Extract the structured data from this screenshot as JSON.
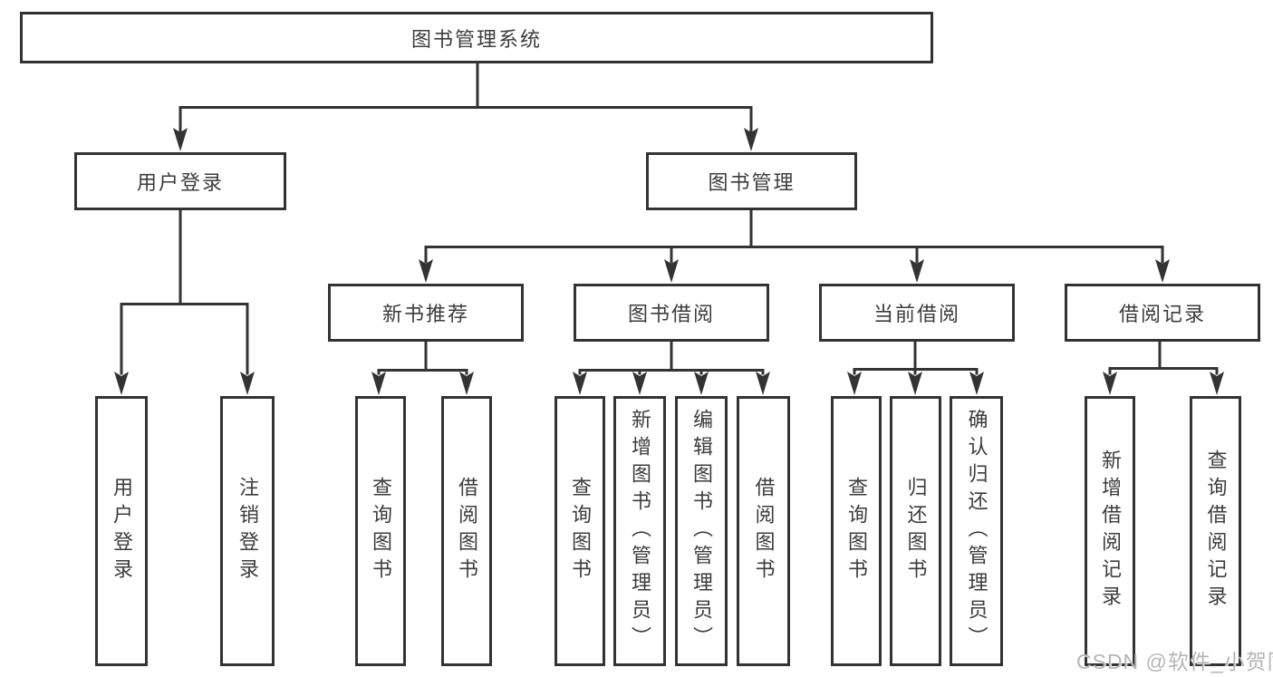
{
  "tree": {
    "root": "图书管理系统",
    "branches": [
      {
        "label": "用户登录",
        "leaves": [
          "用户登录",
          "注销登录"
        ]
      },
      {
        "label": "图书管理",
        "groups": [
          {
            "label": "新书推荐",
            "leaves": [
              "查询图书",
              "借阅图书"
            ]
          },
          {
            "label": "图书借阅",
            "leaves": [
              "查询图书",
              "新增图书（管理员）",
              "编辑图书（管理员）",
              "借阅图书"
            ]
          },
          {
            "label": "当前借阅",
            "leaves": [
              "查询图书",
              "归还图书",
              "确认归还（管理员）"
            ]
          },
          {
            "label": "借阅记录",
            "leaves": [
              "新增借阅记录",
              "查询借阅记录"
            ]
          }
        ]
      }
    ]
  },
  "watermark": "CSDN @软件_小贺同学",
  "colors": {
    "line": "#333333",
    "text": "#3c3c3c",
    "watermark": "#b5b5b5"
  }
}
